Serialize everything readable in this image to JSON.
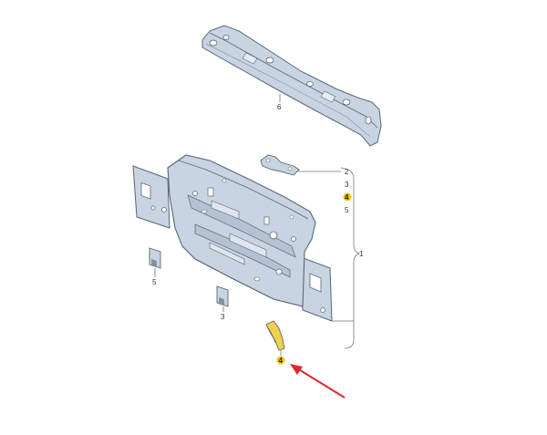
{
  "colors": {
    "panel_fill": "#c9d4e2",
    "panel_stroke": "#5a6675",
    "callout_line": "#777777",
    "highlight": "#f2c500",
    "arrow": "#e3262b"
  },
  "labels": {
    "part_6": "6",
    "part_2": "2",
    "part_3_right": "3",
    "part_4_right": "4",
    "part_5_right": "5",
    "part_1": "1",
    "part_5_left": "5",
    "part_3_left": "3",
    "part_4_bottom": "4"
  },
  "highlighted_parts": [
    "4"
  ]
}
